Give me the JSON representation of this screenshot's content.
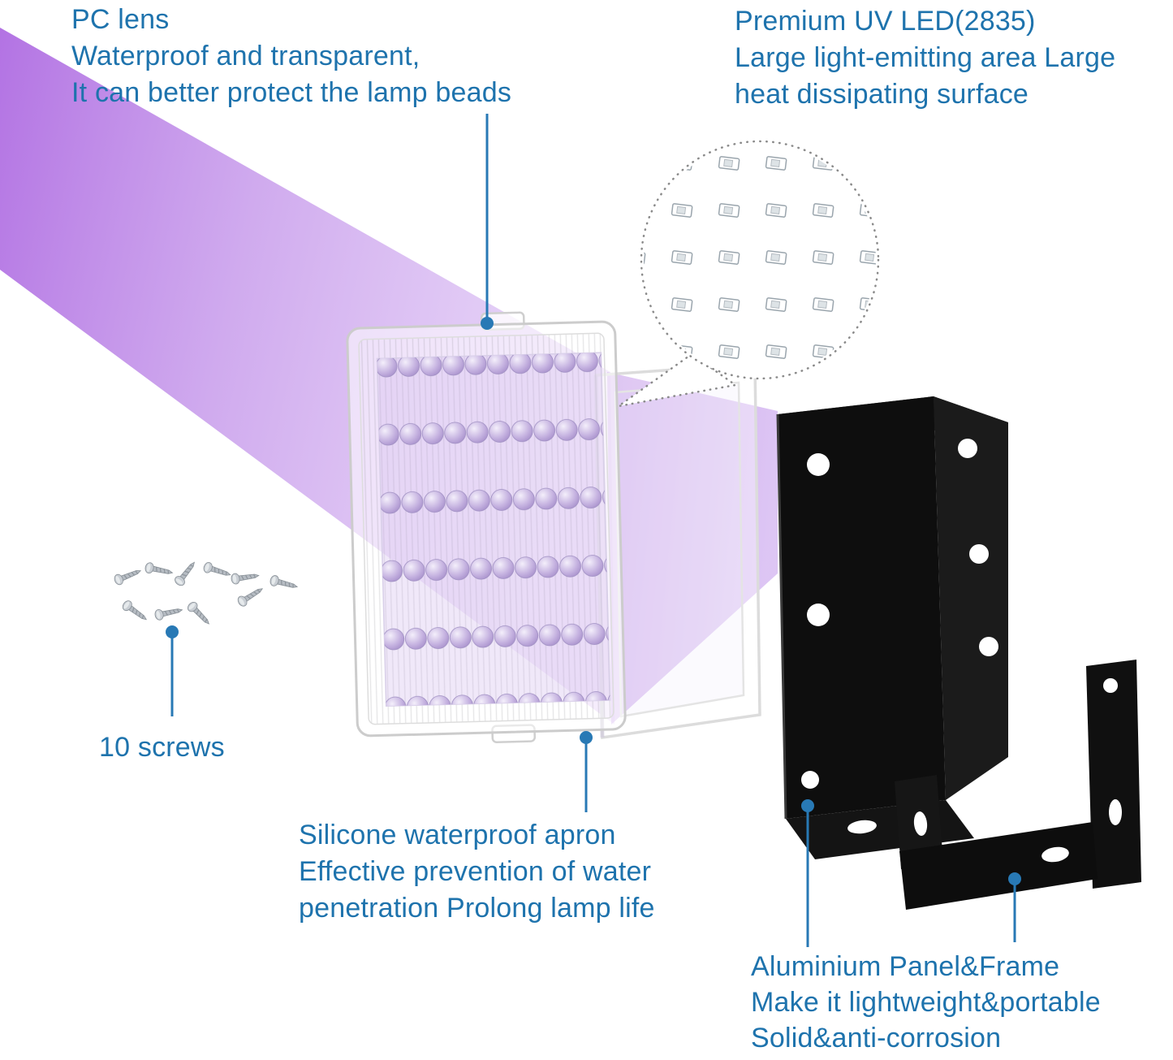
{
  "labels": {
    "pc_lens": [
      "PC lens",
      "Waterproof and transparent,",
      "It can better protect the lamp beads"
    ],
    "uv_led": [
      "Premium UV LED(2835)",
      "Large light-emitting area Large",
      "heat dissipating surface"
    ],
    "screws": [
      "10 screws"
    ],
    "silicone": [
      "Silicone waterproof apron",
      "Effective prevention of water",
      "penetration Prolong lamp life"
    ],
    "aluminium": [
      "Aluminium Panel&Frame",
      "Make it lightweight&portable",
      "Solid&anti-corrosion"
    ]
  },
  "colors": {
    "label_blue": "#1e73ad",
    "leader_blue": "#2879b5",
    "beam_purple": "#a254dd",
    "housing_black": "#0e0e0e"
  }
}
